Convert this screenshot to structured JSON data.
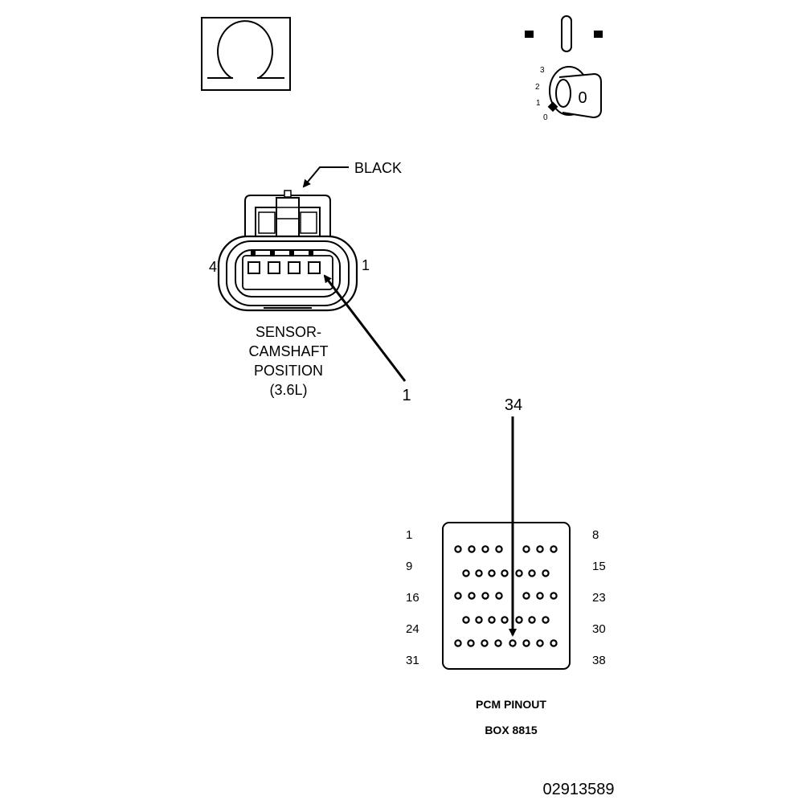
{
  "symbols": {
    "ohm_icon": "ohmmeter-icon",
    "key_icon": "ignition-key-off-icon",
    "key_positions": [
      "3",
      "2",
      "1",
      "0"
    ],
    "key_value": "0"
  },
  "connector": {
    "color_label": "BLACK",
    "pin_left": "4",
    "pin_right": "1",
    "name_lines": [
      "SENSOR-",
      "CAMSHAFT",
      "POSITION",
      "(3.6L)"
    ],
    "callout_pin": "1"
  },
  "pcm": {
    "callout_pin": "34",
    "left_pins": [
      "1",
      "9",
      "16",
      "24",
      "31"
    ],
    "right_pins": [
      "8",
      "15",
      "23",
      "30",
      "38"
    ],
    "title_line1": "PCM PINOUT",
    "title_line2": "BOX 8815"
  },
  "figure_id": "02913589"
}
